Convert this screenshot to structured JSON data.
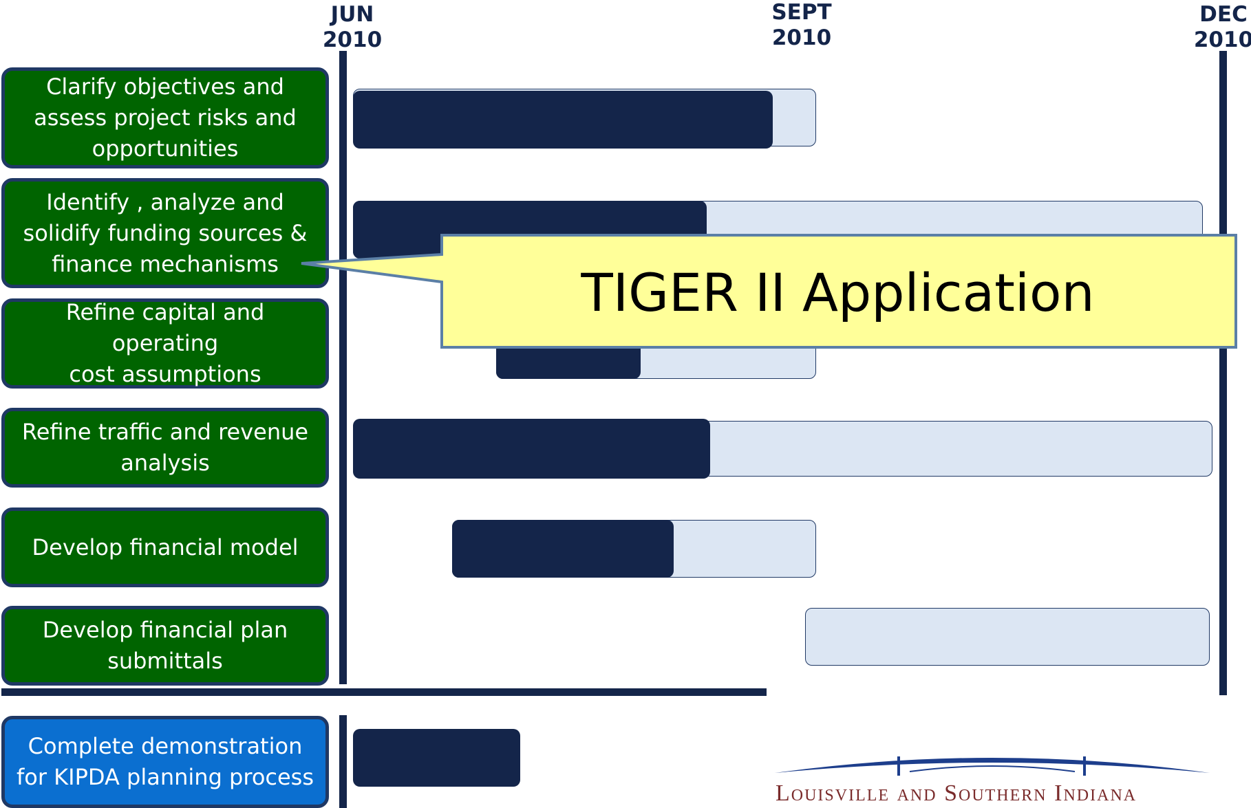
{
  "timeline": {
    "columns": [
      {
        "month": "JUN",
        "year": "2010"
      },
      {
        "month": "SEPT",
        "year": "2010"
      },
      {
        "month": "DEC",
        "year": "2010"
      }
    ]
  },
  "tasks": [
    {
      "lines": [
        "Clarify objectives and",
        "assess project risks and",
        "opportunities"
      ],
      "color": "#006400"
    },
    {
      "lines": [
        "Identify , analyze and",
        "solidify funding sources &",
        "finance mechanisms"
      ],
      "color": "#006400"
    },
    {
      "lines": [
        "Refine capital and operating",
        "cost assumptions"
      ],
      "color": "#006400"
    },
    {
      "lines": [
        "Refine traffic and revenue",
        "analysis"
      ],
      "color": "#006400"
    },
    {
      "lines": [
        "Develop financial model"
      ],
      "color": "#006400"
    },
    {
      "lines": [
        "Develop financial plan",
        "submittals"
      ],
      "color": "#006400"
    },
    {
      "lines": [
        "Complete demonstration",
        "for KIPDA planning process"
      ],
      "color": "#0b6fd0"
    }
  ],
  "callout": {
    "text": "TIGER II Application",
    "color": "#ffff99"
  },
  "logo": {
    "text": "Louisville and Southern Indiana"
  },
  "colors": {
    "navy": "#14254a",
    "light_bar": "#dce6f3",
    "task_green": "#006400",
    "task_blue": "#0b6fd0"
  }
}
